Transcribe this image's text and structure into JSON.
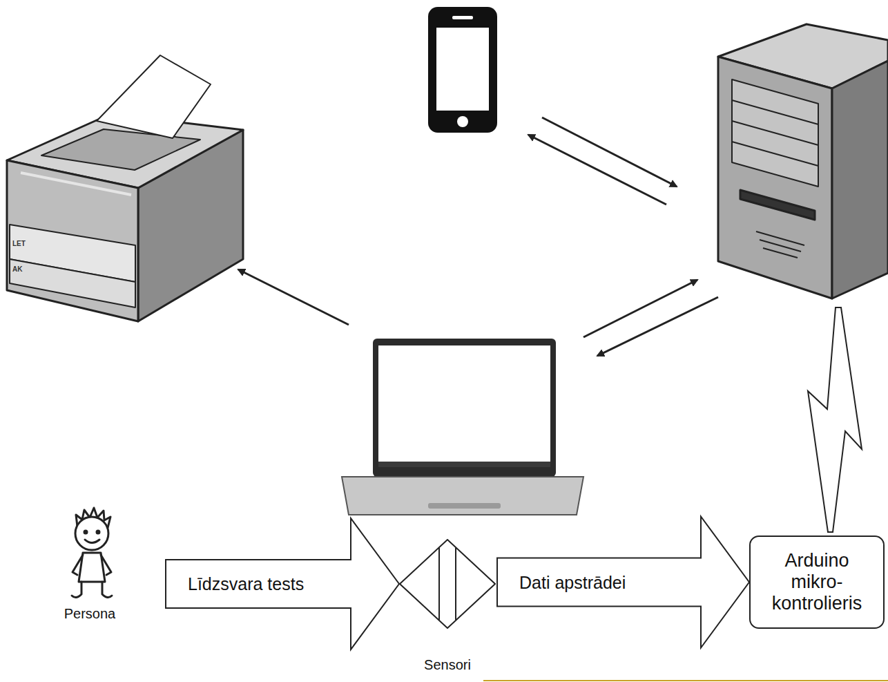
{
  "diagram": {
    "nodes": [
      {
        "text": [
          "Persona"
        ]
      },
      {
        "text": [
          "Sensori"
        ]
      },
      {
        "text": [
          "Arduino mikro- kontrolieris"
        ]
      }
    ],
    "edges": [
      {
        "from": 0,
        "to": 1,
        "arrow": "to",
        "label": "Līdzsvara tests"
      },
      {
        "from": 1,
        "to": 2,
        "arrow": "to",
        "label": "Dati apstrādei"
      }
    ],
    "labels": [
      "LET",
      "AK"
    ]
  }
}
